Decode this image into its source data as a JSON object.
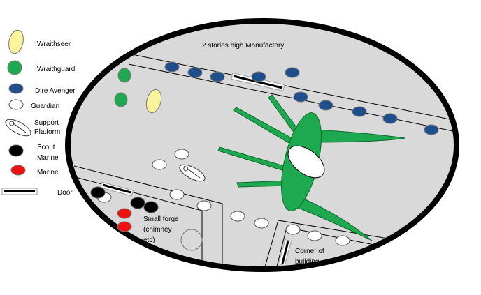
{
  "map_title": "2 stories high Manufactory",
  "legend": [
    {
      "key": "wraithseer",
      "label": "Wraithseer"
    },
    {
      "key": "wraithguard",
      "label": "Wraithguard"
    },
    {
      "key": "dire_avenger",
      "label": "Dire Avenger"
    },
    {
      "key": "guardian",
      "label": "Guardian"
    },
    {
      "key": "support_platform",
      "label_line1": "Support",
      "label_line2": "Platform"
    },
    {
      "key": "scout_marine",
      "label_line1": "Scout",
      "label_line2": "Marine"
    },
    {
      "key": "marine",
      "label": "Marine"
    },
    {
      "key": "door",
      "label": "Door"
    }
  ],
  "annotations": {
    "small_forge_line1": "Small forge",
    "small_forge_line2": "(chimney",
    "small_forge_line3": "etc)",
    "corner_line1": "Corner of",
    "corner_line2": "building"
  },
  "colors": {
    "wraithseer": "#fbf49c",
    "wraithguard": "#1ea84f",
    "dire_avenger": "#1f4e8c",
    "guardian": "#ffffff",
    "scout_marine": "#000000",
    "marine": "#ee1111",
    "table": "#d9d9d9",
    "outline": "#000000"
  }
}
